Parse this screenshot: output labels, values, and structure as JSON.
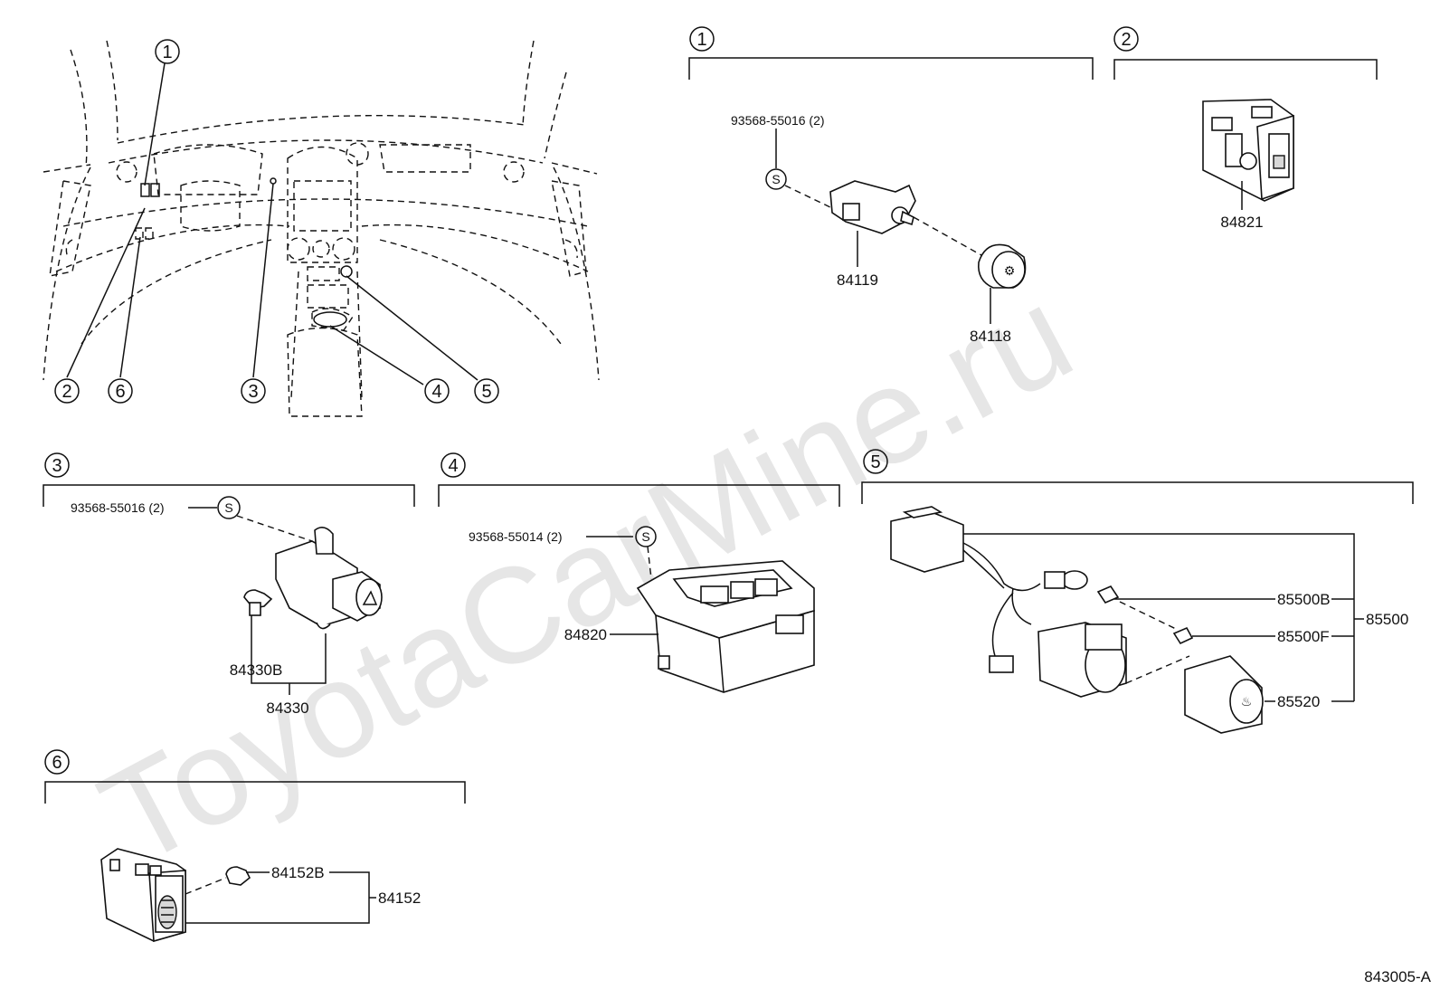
{
  "watermark": "ToyotaCarMine.ru",
  "figure_code": "843005-A",
  "callouts": {
    "c1": "1",
    "c2": "2",
    "c3": "3",
    "c4": "4",
    "c5": "5",
    "c6": "6"
  },
  "section1": {
    "number": "1",
    "screw": "93568-55016 (2)",
    "screw_symbol": "S",
    "switch_part": "84119",
    "knob_part": "84118"
  },
  "section2": {
    "number": "2",
    "switch_part": "84821"
  },
  "section3": {
    "number": "3",
    "screw": "93568-55016 (2)",
    "screw_symbol": "S",
    "bulb_part": "84330B",
    "switch_part": "84330"
  },
  "section4": {
    "number": "4",
    "screw": "93568-55014 (2)",
    "screw_symbol": "S",
    "switch_part": "84820"
  },
  "section5": {
    "number": "5",
    "part_b": "85500B",
    "part_f": "85500F",
    "assembly": "85500",
    "lighter": "85520"
  },
  "section6": {
    "number": "6",
    "bulb_part": "84152B",
    "switch_part": "84152"
  }
}
